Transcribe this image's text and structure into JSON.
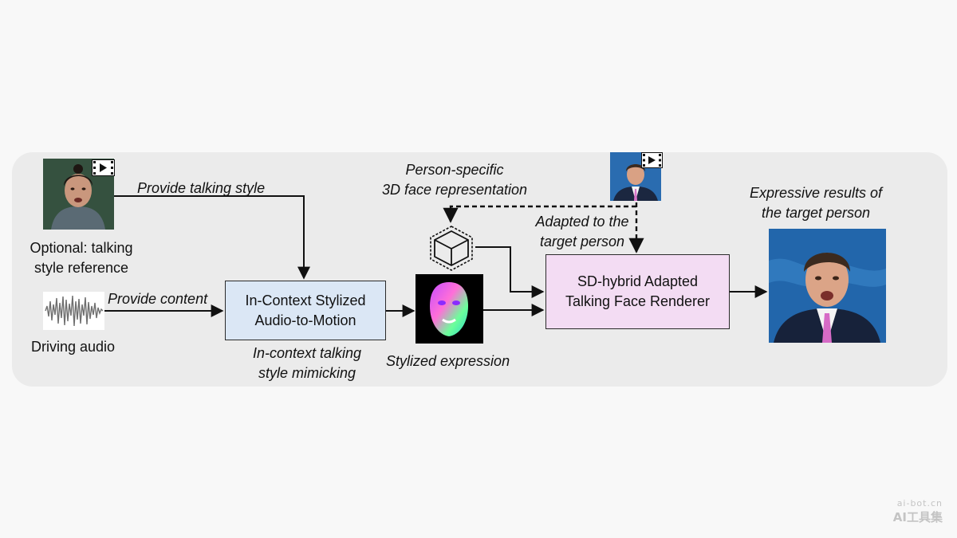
{
  "labels": {
    "optional_ref_line1": "Optional: talking",
    "optional_ref_line2": "style reference",
    "provide_style": "Provide talking style",
    "provide_content": "Provide content",
    "driving_audio": "Driving audio",
    "person_specific_line1": "Person-specific",
    "person_specific_line2": "3D face representation",
    "adapted_line1": "Adapted to the",
    "adapted_line2": "target person",
    "mimicking_line1": "In-context talking",
    "mimicking_line2": "style mimicking",
    "stylized_expression": "Stylized expression",
    "results_line1": "Expressive results of",
    "results_line2": "the target person"
  },
  "boxes": {
    "a2m_line1": "In-Context Stylized",
    "a2m_line2": "Audio-to-Motion",
    "renderer_line1": "SD-hybrid Adapted",
    "renderer_line2": "Talking Face Renderer"
  },
  "watermark": {
    "domain": "ai-bot.cn",
    "brand": "AI工具集"
  },
  "colors": {
    "panel": "#ebebeb",
    "a2m_box": "#dbe7f5",
    "renderer_box": "#f3dcf3",
    "studio_bg": "#1f5e9e"
  }
}
